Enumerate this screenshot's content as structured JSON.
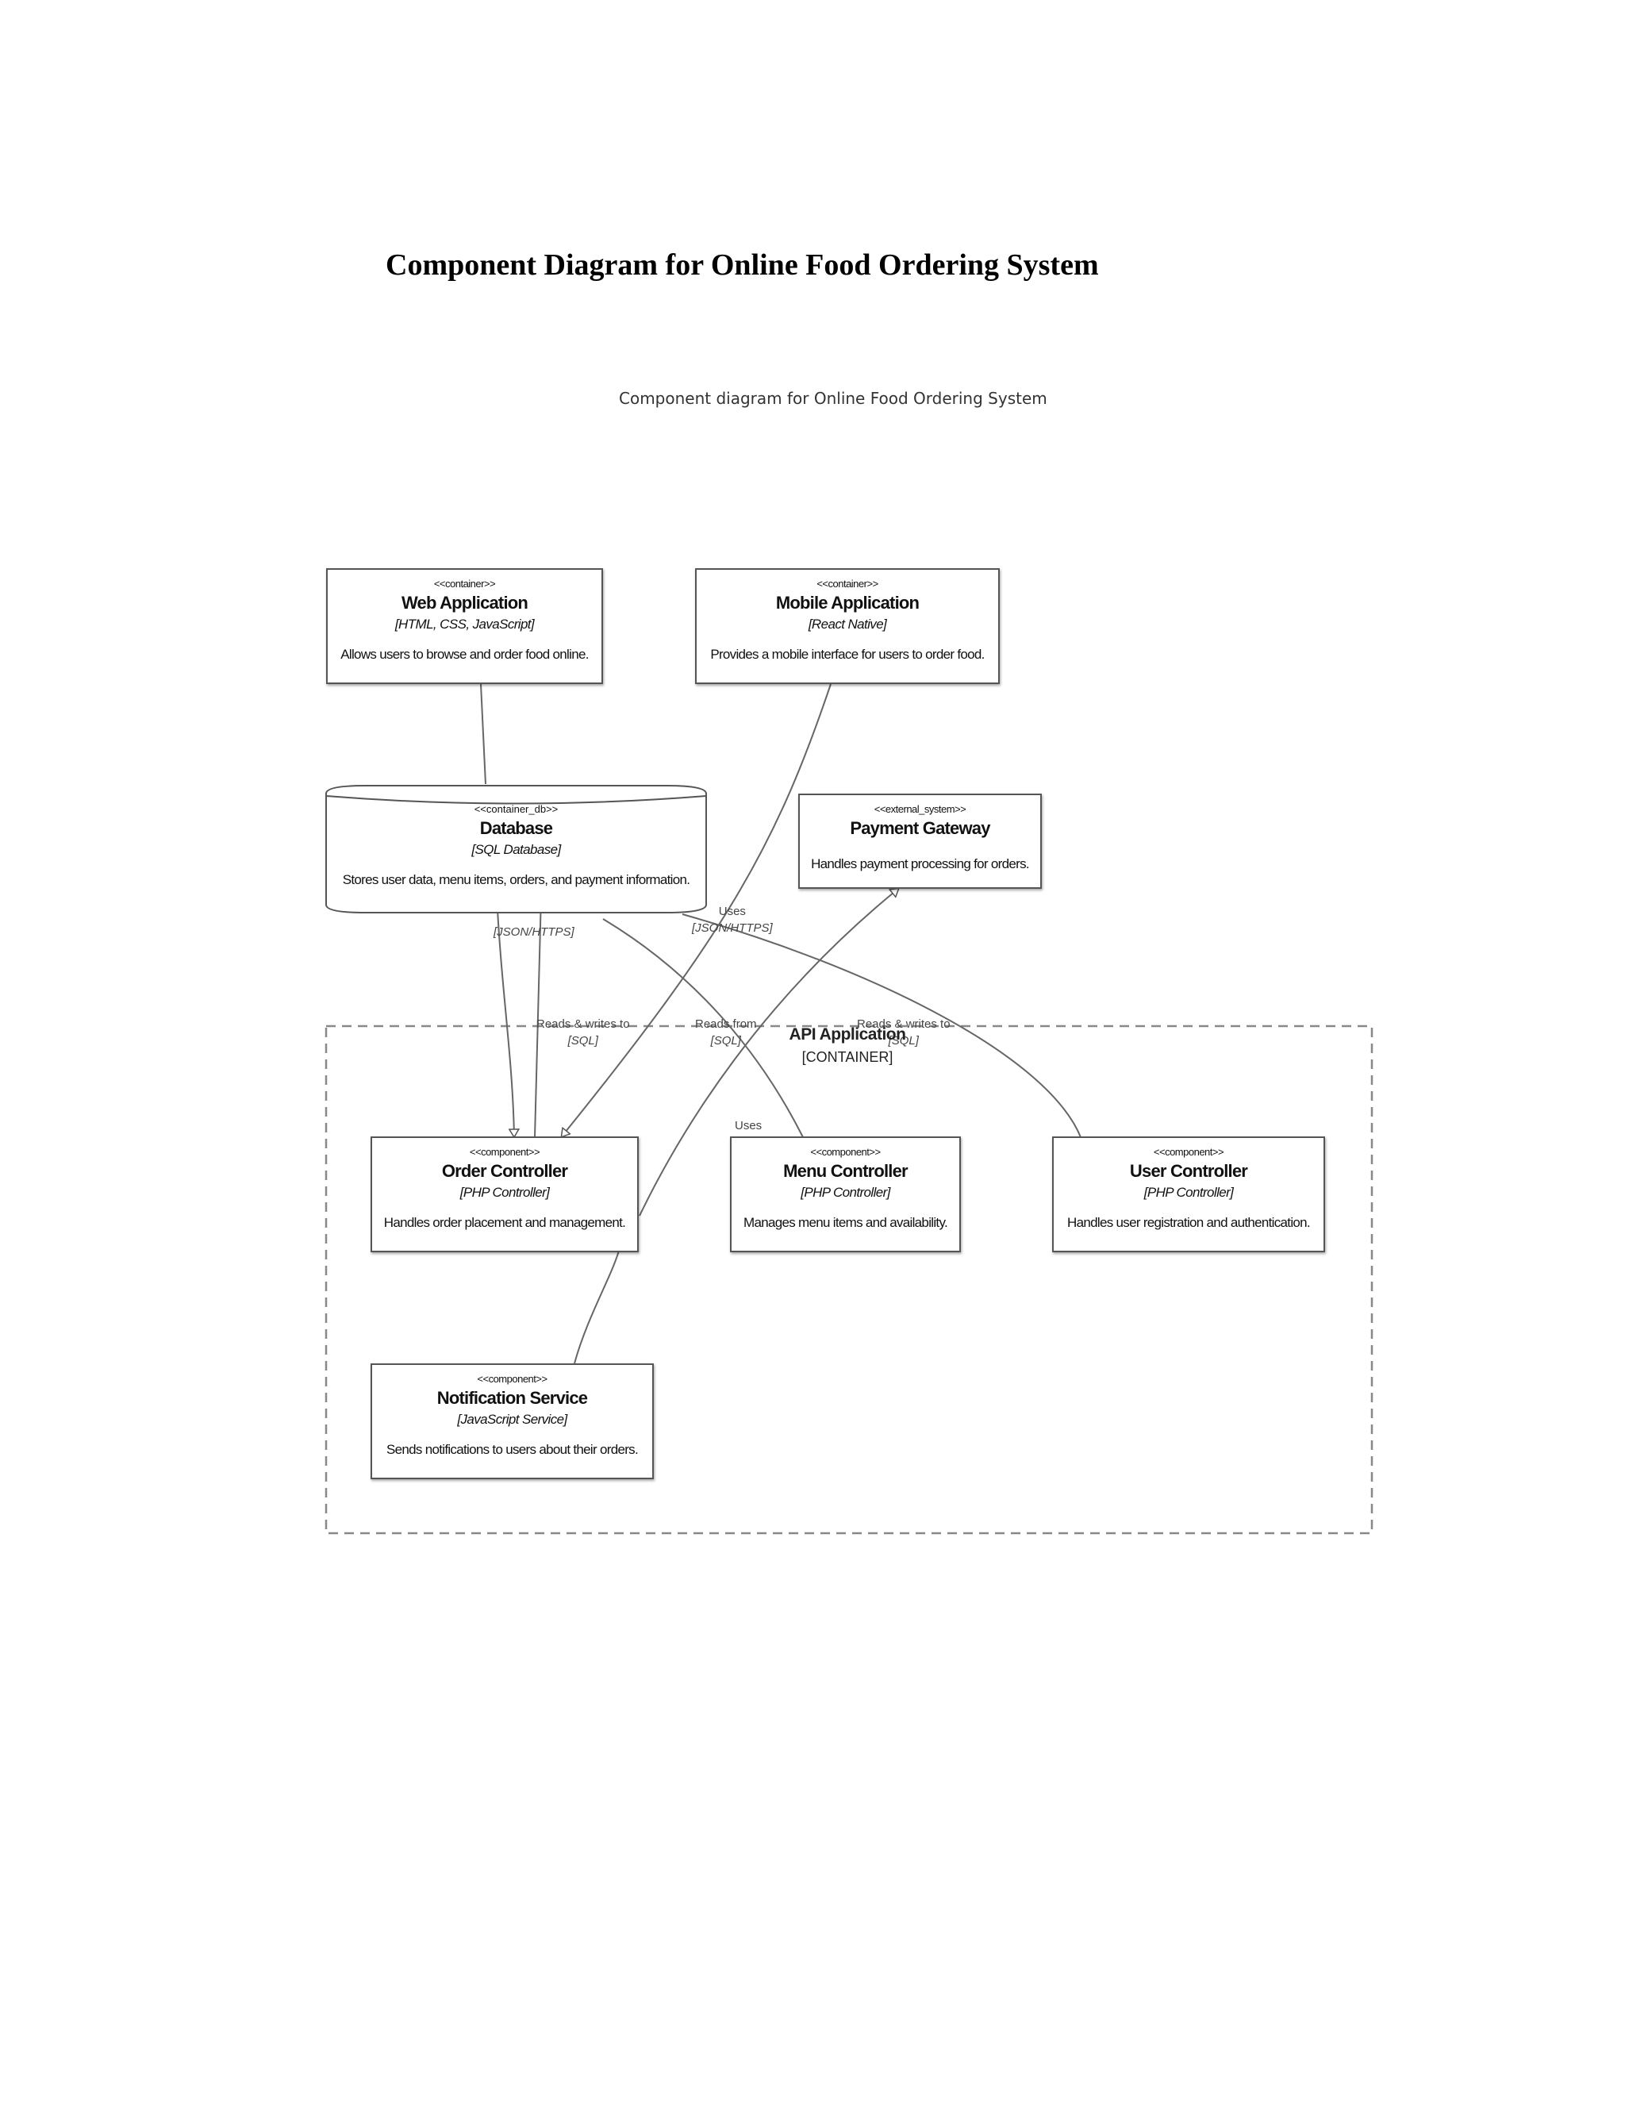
{
  "page": {
    "title": "Component Diagram for Online Food Ordering System",
    "diagram_caption": "Component diagram for Online Food Ordering System"
  },
  "nodes": {
    "web_app": {
      "stereotype": "<<container>>",
      "name": "Web Application",
      "tech": "[HTML, CSS, JavaScript]",
      "desc": "Allows users to browse and order food online."
    },
    "mobile_app": {
      "stereotype": "<<container>>",
      "name": "Mobile Application",
      "tech": "[React Native]",
      "desc": "Provides a mobile interface for users to order food."
    },
    "database": {
      "stereotype": "<<container_db>>",
      "name": "Database",
      "tech": "[SQL Database]",
      "desc": "Stores user data, menu items, orders, and payment information."
    },
    "payment_gateway": {
      "stereotype": "<<external_system>>",
      "name": "Payment Gateway",
      "desc": "Handles payment processing for orders."
    },
    "order_controller": {
      "stereotype": "<<component>>",
      "name": "Order Controller",
      "tech": "[PHP Controller]",
      "desc": "Handles order placement and management."
    },
    "menu_controller": {
      "stereotype": "<<component>>",
      "name": "Menu Controller",
      "tech": "[PHP Controller]",
      "desc": "Manages menu items and availability."
    },
    "user_controller": {
      "stereotype": "<<component>>",
      "name": "User Controller",
      "tech": "[PHP Controller]",
      "desc": "Handles user registration and authentication."
    },
    "notification_service": {
      "stereotype": "<<component>>",
      "name": "Notification Service",
      "tech": "[JavaScript Service]",
      "desc": "Sends notifications to users about their orders."
    }
  },
  "boundary": {
    "name": "API Application",
    "type": "[CONTAINER]"
  },
  "relations": {
    "web_uses_tech": "[JSON/HTTPS]",
    "mobile_uses": "Uses",
    "mobile_uses_tech": "[JSON/HTTPS]",
    "order_db": "Reads & writes to",
    "order_db_tech": "[SQL]",
    "menu_db": "Reads from",
    "menu_db_tech": "[SQL]",
    "user_db": "Reads & writes to",
    "user_db_tech": "[SQL]",
    "order_payment": "Uses"
  }
}
